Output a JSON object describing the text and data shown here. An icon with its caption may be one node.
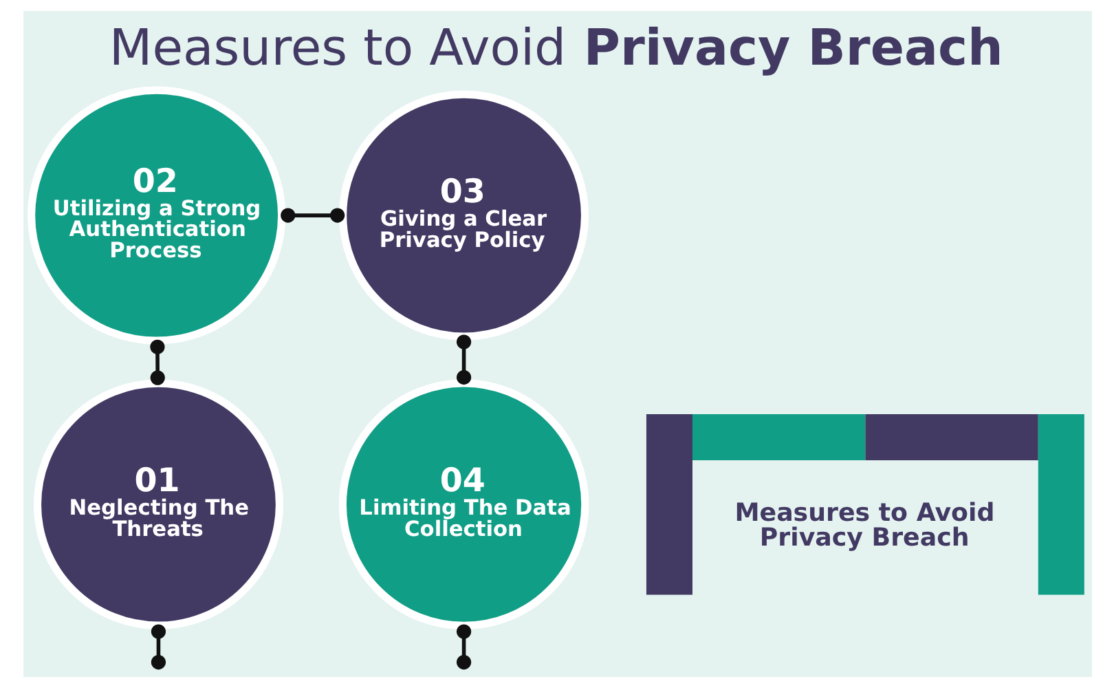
{
  "diagram": {
    "title": "Measures to Avoid **Privacy Breach**",
    "nodes": [
      {
        "text": [
          "01",
          "Neglecting The Threats"
        ]
      },
      {
        "text": [
          "02",
          "Utilizing a Strong Authentication Process"
        ]
      },
      {
        "text": [
          "03",
          "Giving a Clear Privacy Policy"
        ]
      },
      {
        "text": [
          "04",
          "Limiting The Data Collection"
        ]
      },
      {
        "text": [
          "Measures to Avoid Privacy Breach"
        ]
      }
    ],
    "edges": [
      {
        "from": 0,
        "to": 1,
        "arrow": "other"
      },
      {
        "from": 1,
        "to": 2,
        "arrow": "other"
      },
      {
        "from": 2,
        "to": 3,
        "arrow": "other"
      },
      {
        "from": 0,
        "to": null,
        "arrow": "other"
      },
      {
        "from": 3,
        "to": null,
        "arrow": "other"
      }
    ]
  }
}
